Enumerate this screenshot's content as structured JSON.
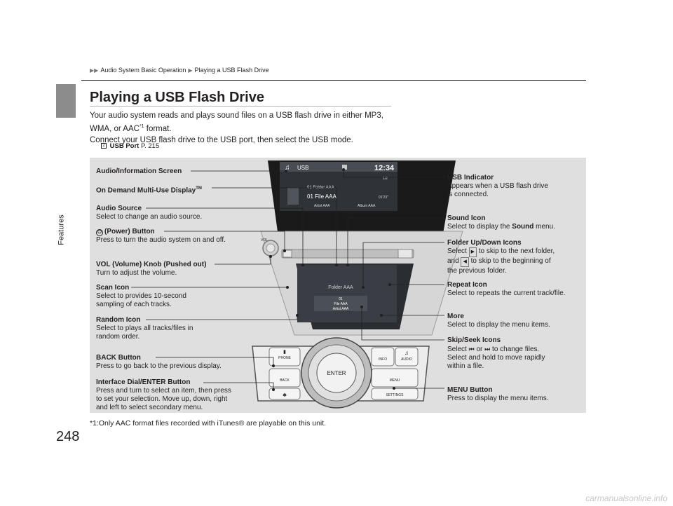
{
  "breadcrumb": {
    "part1": "Audio System Basic Operation",
    "part2": "Playing a USB Flash Drive"
  },
  "side_label": "Features",
  "title": "Playing a USB Flash Drive",
  "intro": {
    "line1": "Your audio system reads and plays sound files on a USB flash drive in either MP3,",
    "line2a": "WMA, or AAC",
    "line2sup": "*1",
    "line2b": " format.",
    "line3": "Connect your USB flash drive to the USB port, then select the USB mode."
  },
  "reference": {
    "label": "USB Port",
    "page": "P. 215"
  },
  "labels": {
    "audio_info_screen": "Audio/Information Screen",
    "odmd_title": "On Demand Multi-Use Display",
    "odmd_tm": "TM",
    "audio_source_title": "Audio Source",
    "audio_source_desc": "Select to change an audio source.",
    "power_title": "(Power) Button",
    "power_desc": "Press to turn the audio system on and off.",
    "vol_title": "VOL (Volume) Knob (Pushed out)",
    "vol_desc": "Turn to adjust the volume.",
    "scan_title": "Scan Icon",
    "scan_desc1": "Select to provides 10-second",
    "scan_desc2": "sampling of each tracks.",
    "random_title": "Random Icon",
    "random_desc1": "Select to plays all tracks/files in",
    "random_desc2": "random order.",
    "back_title": "BACK Button",
    "back_desc": "Press to go back to the previous display.",
    "dial_title": "Interface Dial/ENTER Button",
    "dial_desc1": "Press and turn to select an item, then press",
    "dial_desc2": "to set your selection. Move up, down, right",
    "dial_desc3": "and left to select secondary menu.",
    "usb_ind_title": "USB Indicator",
    "usb_ind_desc1": "Appears when a USB flash drive",
    "usb_ind_desc2": "is connected.",
    "sound_title": "Sound Icon",
    "sound_desc_a": "Select to display the ",
    "sound_desc_b": "Sound",
    "sound_desc_c": " menu.",
    "folder_title": "Folder Up/Down Icons",
    "folder_desc1a": "Select",
    "folder_desc1b": "to skip to the next folder,",
    "folder_desc2a": "and",
    "folder_desc2b": "to skip to the beginning of",
    "folder_desc3": "the previous folder.",
    "repeat_title": "Repeat Icon",
    "repeat_desc": "Select to repeats the current track/file.",
    "more_title": "More",
    "more_desc": "Select to display the menu items.",
    "skip_title": "Skip/Seek Icons",
    "skip_desc1a": "Select",
    "skip_desc1b": "or",
    "skip_desc1c": "to change files.",
    "skip_desc2": "Select and hold to move rapidly",
    "skip_desc3": "within a file.",
    "menu_title": "MENU Button",
    "menu_desc": "Press to display the menu items."
  },
  "upper_screen": {
    "source": "USB",
    "clock": "12:34",
    "folder_line": "01  Folder AAA",
    "file_line": "01 File AAA",
    "time": "01'23\"",
    "artist": "Artist AAA",
    "album": "Album AAA",
    "track_count": "1/2"
  },
  "lower_screen": {
    "folder": "Folder AAA",
    "track": "01",
    "file": "File AAA",
    "artist": "Artist AAA"
  },
  "controls": {
    "vol": "VOL",
    "phone": "PHONE",
    "info": "INFO",
    "audio": "AUDIO",
    "back": "BACK",
    "menu": "MENU",
    "settings": "SETTINGS",
    "enter": "ENTER"
  },
  "footnote": "*1:Only AAC format files recorded with iTunes® are playable on this unit.",
  "page_number": "248",
  "watermark": "carmanualsonline.info"
}
